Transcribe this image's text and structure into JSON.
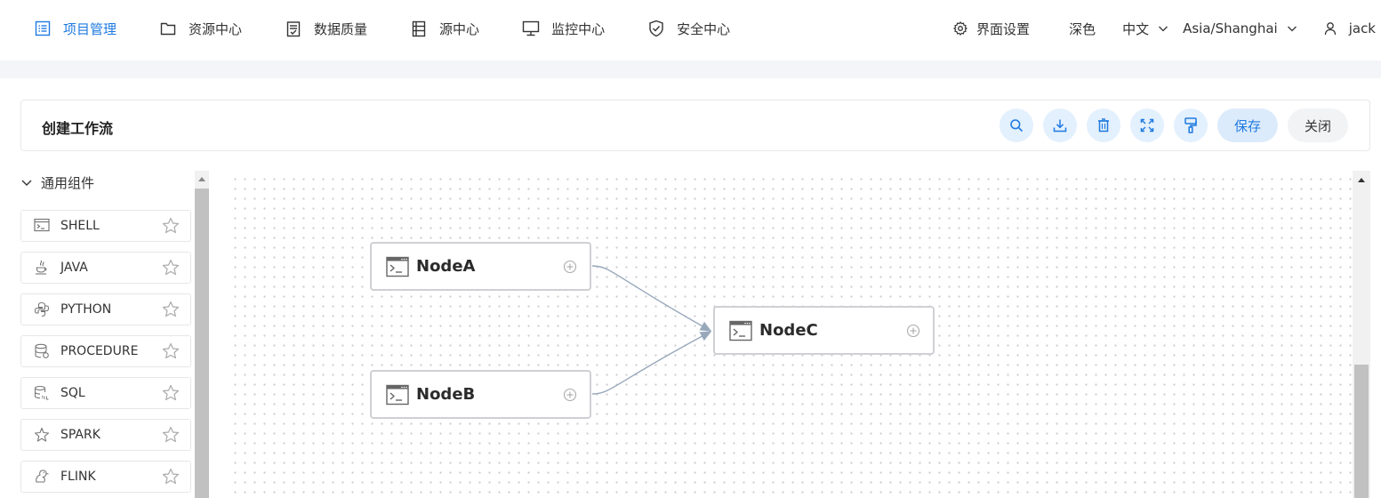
{
  "nav": {
    "items": [
      {
        "label": "项目管理",
        "icon": "project-list-icon",
        "active": true
      },
      {
        "label": "资源中心",
        "icon": "folder-icon"
      },
      {
        "label": "数据质量",
        "icon": "clipboard-check-icon"
      },
      {
        "label": "源中心",
        "icon": "database-list-icon"
      },
      {
        "label": "监控中心",
        "icon": "monitor-icon"
      },
      {
        "label": "安全中心",
        "icon": "shield-check-icon"
      }
    ],
    "ui_settings": "界面设置",
    "theme": "深色",
    "language": "中文",
    "timezone": "Asia/Shanghai",
    "user": "jack"
  },
  "header": {
    "title": "创建工作流",
    "tools": [
      "search-icon",
      "download-icon",
      "trash-icon",
      "fullscreen-icon",
      "format-brush-icon"
    ],
    "save_label": "保存",
    "close_label": "关闭"
  },
  "sidebar": {
    "group_label": "通用组件",
    "items": [
      {
        "label": "SHELL",
        "icon": "shell-terminal-icon"
      },
      {
        "label": "JAVA",
        "icon": "java-cup-icon"
      },
      {
        "label": "PYTHON",
        "icon": "python-icon"
      },
      {
        "label": "PROCEDURE",
        "icon": "database-procedure-icon"
      },
      {
        "label": "SQL",
        "icon": "sql-database-icon"
      },
      {
        "label": "SPARK",
        "icon": "spark-star-icon"
      },
      {
        "label": "FLINK",
        "icon": "flink-squirrel-icon"
      }
    ]
  },
  "canvas": {
    "nodes": [
      {
        "id": "NodeA",
        "label": "NodeA",
        "type": "SHELL"
      },
      {
        "id": "NodeB",
        "label": "NodeB",
        "type": "SHELL"
      },
      {
        "id": "NodeC",
        "label": "NodeC",
        "type": "SHELL"
      }
    ],
    "edges": [
      {
        "from": "NodeA",
        "to": "NodeC"
      },
      {
        "from": "NodeB",
        "to": "NodeC"
      }
    ]
  },
  "colors": {
    "accent": "#1f7ae0",
    "tool_bg": "#e3f0fd",
    "edge": "#98a8bb",
    "node_border": "#d0d0d4"
  }
}
